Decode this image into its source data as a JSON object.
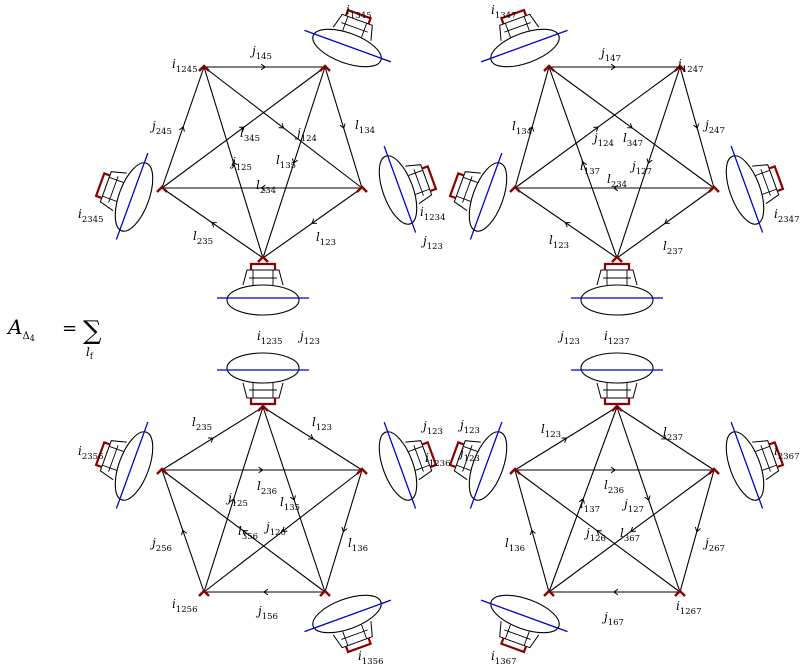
{
  "formula": {
    "lhs": "A",
    "lhs_sub": "Δ",
    "lhs_subsub": "4",
    "eq": "=",
    "sum": "∑",
    "sum_index": "l",
    "sum_index_sub": "f"
  },
  "colors": {
    "edge": "#000000",
    "highlight": "#8b0000",
    "cut_line": "#0000cc"
  },
  "blocks": [
    {
      "id": "top-left",
      "vertex_labels": [
        "i_1245",
        "i_2345",
        "i_1345",
        "i_1234"
      ],
      "edge_labels": [
        "j_145",
        "j_245",
        "l_345",
        "j_124",
        "l_134",
        "j_125",
        "l_135",
        "l_234",
        "l_235",
        "l_123"
      ]
    },
    {
      "id": "top-right",
      "vertex_labels": [
        "i_1347",
        "i_1247",
        "i_2347"
      ],
      "edge_labels": [
        "j_147",
        "l_134",
        "j_124",
        "l_347",
        "j_247",
        "l_137",
        "j_127",
        "l_234",
        "l_123",
        "l_237"
      ]
    },
    {
      "id": "bottom-left",
      "vertex_labels": [
        "i_2356",
        "i_1256",
        "i_1356"
      ],
      "edge_labels": [
        "l_235",
        "l_123",
        "j_125",
        "l_236",
        "l_135",
        "l_356",
        "j_126",
        "j_256",
        "l_136",
        "j_156"
      ]
    },
    {
      "id": "bottom-right",
      "vertex_labels": [
        "i_2367",
        "i_1267",
        "i_1367"
      ],
      "edge_labels": [
        "l_123",
        "l_237",
        "l_236",
        "l_137",
        "j_127",
        "j_126",
        "l_367",
        "l_136",
        "j_267",
        "j_167"
      ]
    }
  ],
  "shared_labels": [
    "i_1235",
    "i_1236",
    "i_1237",
    "j_123",
    "j_123",
    "j_123",
    "j_123",
    "j_123",
    "j_123"
  ]
}
